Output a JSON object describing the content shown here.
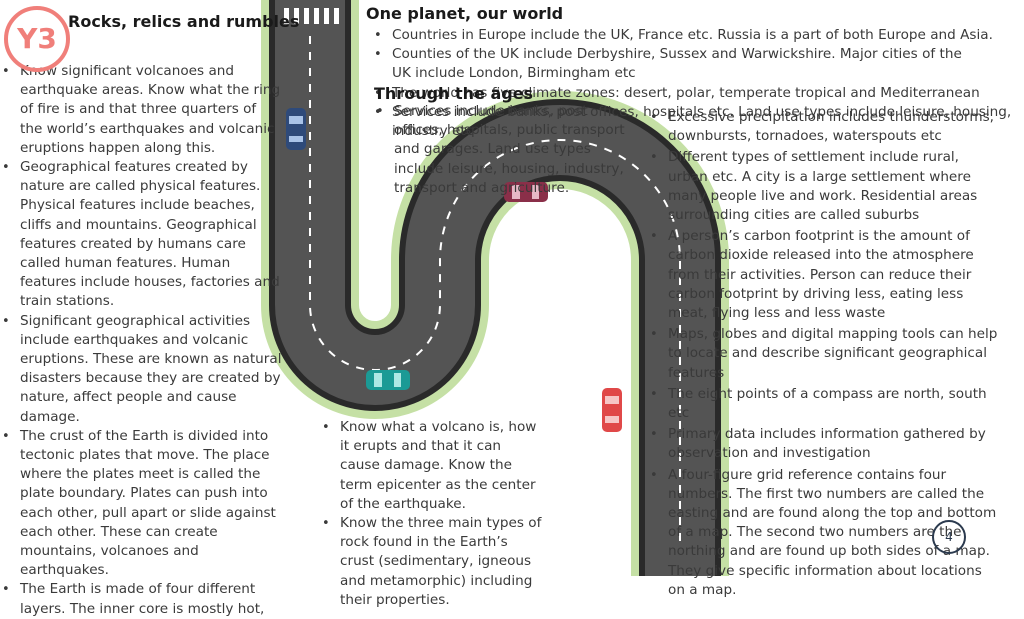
{
  "badge": {
    "label": "Y3",
    "color": "#f07f7a"
  },
  "sections": {
    "rocks": {
      "title": "Rocks, relics and rumbles",
      "items": [
        "Know significant volcanoes and earthquake areas. Know what the ring of fire is and that three quarters of the world’s earthquakes and volcanic eruptions happen along this.",
        "Geographical features created by nature are called physical features. Physical features include beaches, cliffs and mountains. Geographical features created by humans care called human features. Human features include houses, factories and train stations.",
        "Significant geographical activities include earthquakes and volcanic eruptions. These are known as natural disasters because they are created by nature, affect people and cause damage.",
        "The crust of the Earth is divided into tectonic plates that move. The place where the plates meet is called the plate boundary. Plates can push into each other, pull apart or slide against each other. These can create mountains, volcanoes and earthquakes.",
        "The Earth is made of four different layers. The inner core is mostly hot,"
      ]
    },
    "planet": {
      "title": "One planet, our world",
      "items": [
        "Countries in Europe include the UK, France etc. Russia is a part of both Europe and Asia.",
        "Counties of the UK include Derbyshire, Sussex and Warwickshire. Major cities of the UK include London, Birmingham etc",
        "The world has five climate zones: desert, polar, temperate tropical and Mediterranean",
        "Services include banks, post offices, hospitals etc. Land use types include leisure, housing, industry etc"
      ]
    },
    "ages": {
      "title": "Through the ages",
      "items": [
        "Services include banks, post offices, hospitals, public transport and garages. Land use types include leisure, housing, industry, transport and agriculture."
      ]
    },
    "right": {
      "items": [
        "Excessive precipitation includes thunderstorms, downbursts, tornadoes, waterspouts etc",
        "Different types of settlement include rural, urban etc. A city is a large settlement where many people live and work. Residential areas surrounding cities are called suburbs",
        "A person’s carbon footprint is the amount of carbon dioxide released into the atmosphere from their activities. Person can reduce their carbon footprint by driving less, eating less meat, flying less and less waste",
        "Maps, globes and digital mapping tools can help to locate and describe significant geographical features",
        "The eight points of a compass are north, south etc",
        "Primary data includes information gathered by observation and investigation",
        "A four-figure grid reference contains four numbers. The first two numbers are called the easting and are found along the top and bottom of a map. The second two numbers are the northing and are found up both sides of a map. They give specific information about locations on a map."
      ]
    },
    "volcano": {
      "items": [
        "Know what a volcano is, how it erupts and that it can cause damage. Know the term epicenter as the center of the earthquake.",
        "Know the three main types of rock found in the Earth’s crust (sedimentary, igneous and metamorphic) including their properties."
      ]
    }
  },
  "page_number": "4",
  "colors": {
    "road": "#545454",
    "road_edge": "#2a2a2a",
    "verge": "#c5e0a5",
    "car_blue": "#2e4a7a",
    "car_maroon": "#8a2f49",
    "car_teal": "#1b9a95",
    "car_red": "#e04848"
  }
}
